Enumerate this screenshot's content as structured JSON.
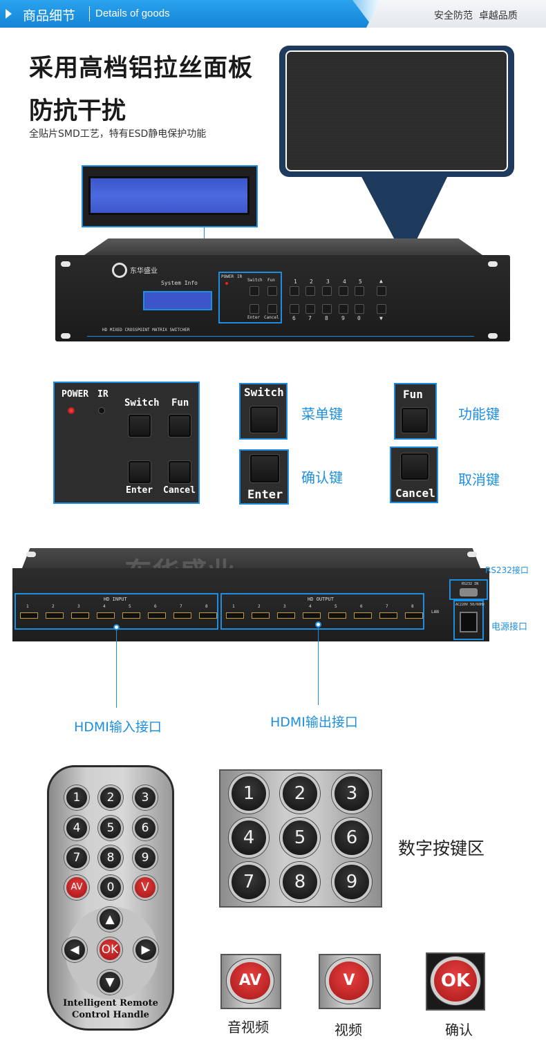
{
  "header": {
    "title_cn": "商品细节",
    "title_en": "Details of goods",
    "right_text": "安全防范  卓越品质"
  },
  "section1": {
    "heading_line1": "采用高档铝拉丝面板",
    "heading_line2": "防抗干扰",
    "subtext": "全贴片SMD工艺，特有ESD静电保护功能"
  },
  "front_panel": {
    "brand": "东华盛业",
    "system_info": "System Info",
    "power": "POWER",
    "ir": "IR",
    "switch": "Switch",
    "fun": "Fun",
    "enter": "Enter",
    "cancel": "Cancel",
    "top_nums": [
      "1",
      "2",
      "3",
      "4",
      "5"
    ],
    "bottom_nums": [
      "6",
      "7",
      "8",
      "9",
      "0"
    ],
    "up": "▲",
    "down": "▼",
    "model": "HD MIXED CROSSPOINT MATRIX SWITCHER"
  },
  "buttons": {
    "power": "POWER",
    "ir": "IR",
    "switch": "Switch",
    "fun": "Fun",
    "enter": "Enter",
    "cancel": "Cancel",
    "menu_key": "菜单键",
    "function_key": "功能键",
    "confirm_key": "确认键",
    "cancel_key": "取消键"
  },
  "rear_panel": {
    "watermark": "东华盛业",
    "input_title": "HD  INPUT",
    "output_title": "HD  OUTPUT",
    "ports": [
      "1",
      "2",
      "3",
      "4",
      "5",
      "6",
      "7",
      "8"
    ],
    "lan": "LAN",
    "rs232_small": "RS232 IN",
    "power_small": "AC220V 50/60Hz",
    "rs232_label": "RS232接口",
    "power_label": "电源接口",
    "hdmi_in_label": "HDMI输入接口",
    "hdmi_out_label": "HDMI输出接口"
  },
  "remote": {
    "keys": [
      "1",
      "2",
      "3",
      "4",
      "5",
      "6",
      "7",
      "8",
      "9",
      "AV",
      "0",
      "V"
    ],
    "ok": "OK",
    "up": "▲",
    "down": "▼",
    "left": "◀",
    "right": "▶",
    "caption_line1": "Intelligent Remote",
    "caption_line2": "Control Handle"
  },
  "numpad": {
    "keys": [
      "1",
      "2",
      "3",
      "4",
      "5",
      "6",
      "7",
      "8",
      "9"
    ],
    "label": "数字按键区"
  },
  "special_keys": {
    "av": "AV",
    "v": "V",
    "ok": "OK",
    "av_caption": "音视频",
    "v_caption": "视频",
    "ok_caption": "确认"
  }
}
